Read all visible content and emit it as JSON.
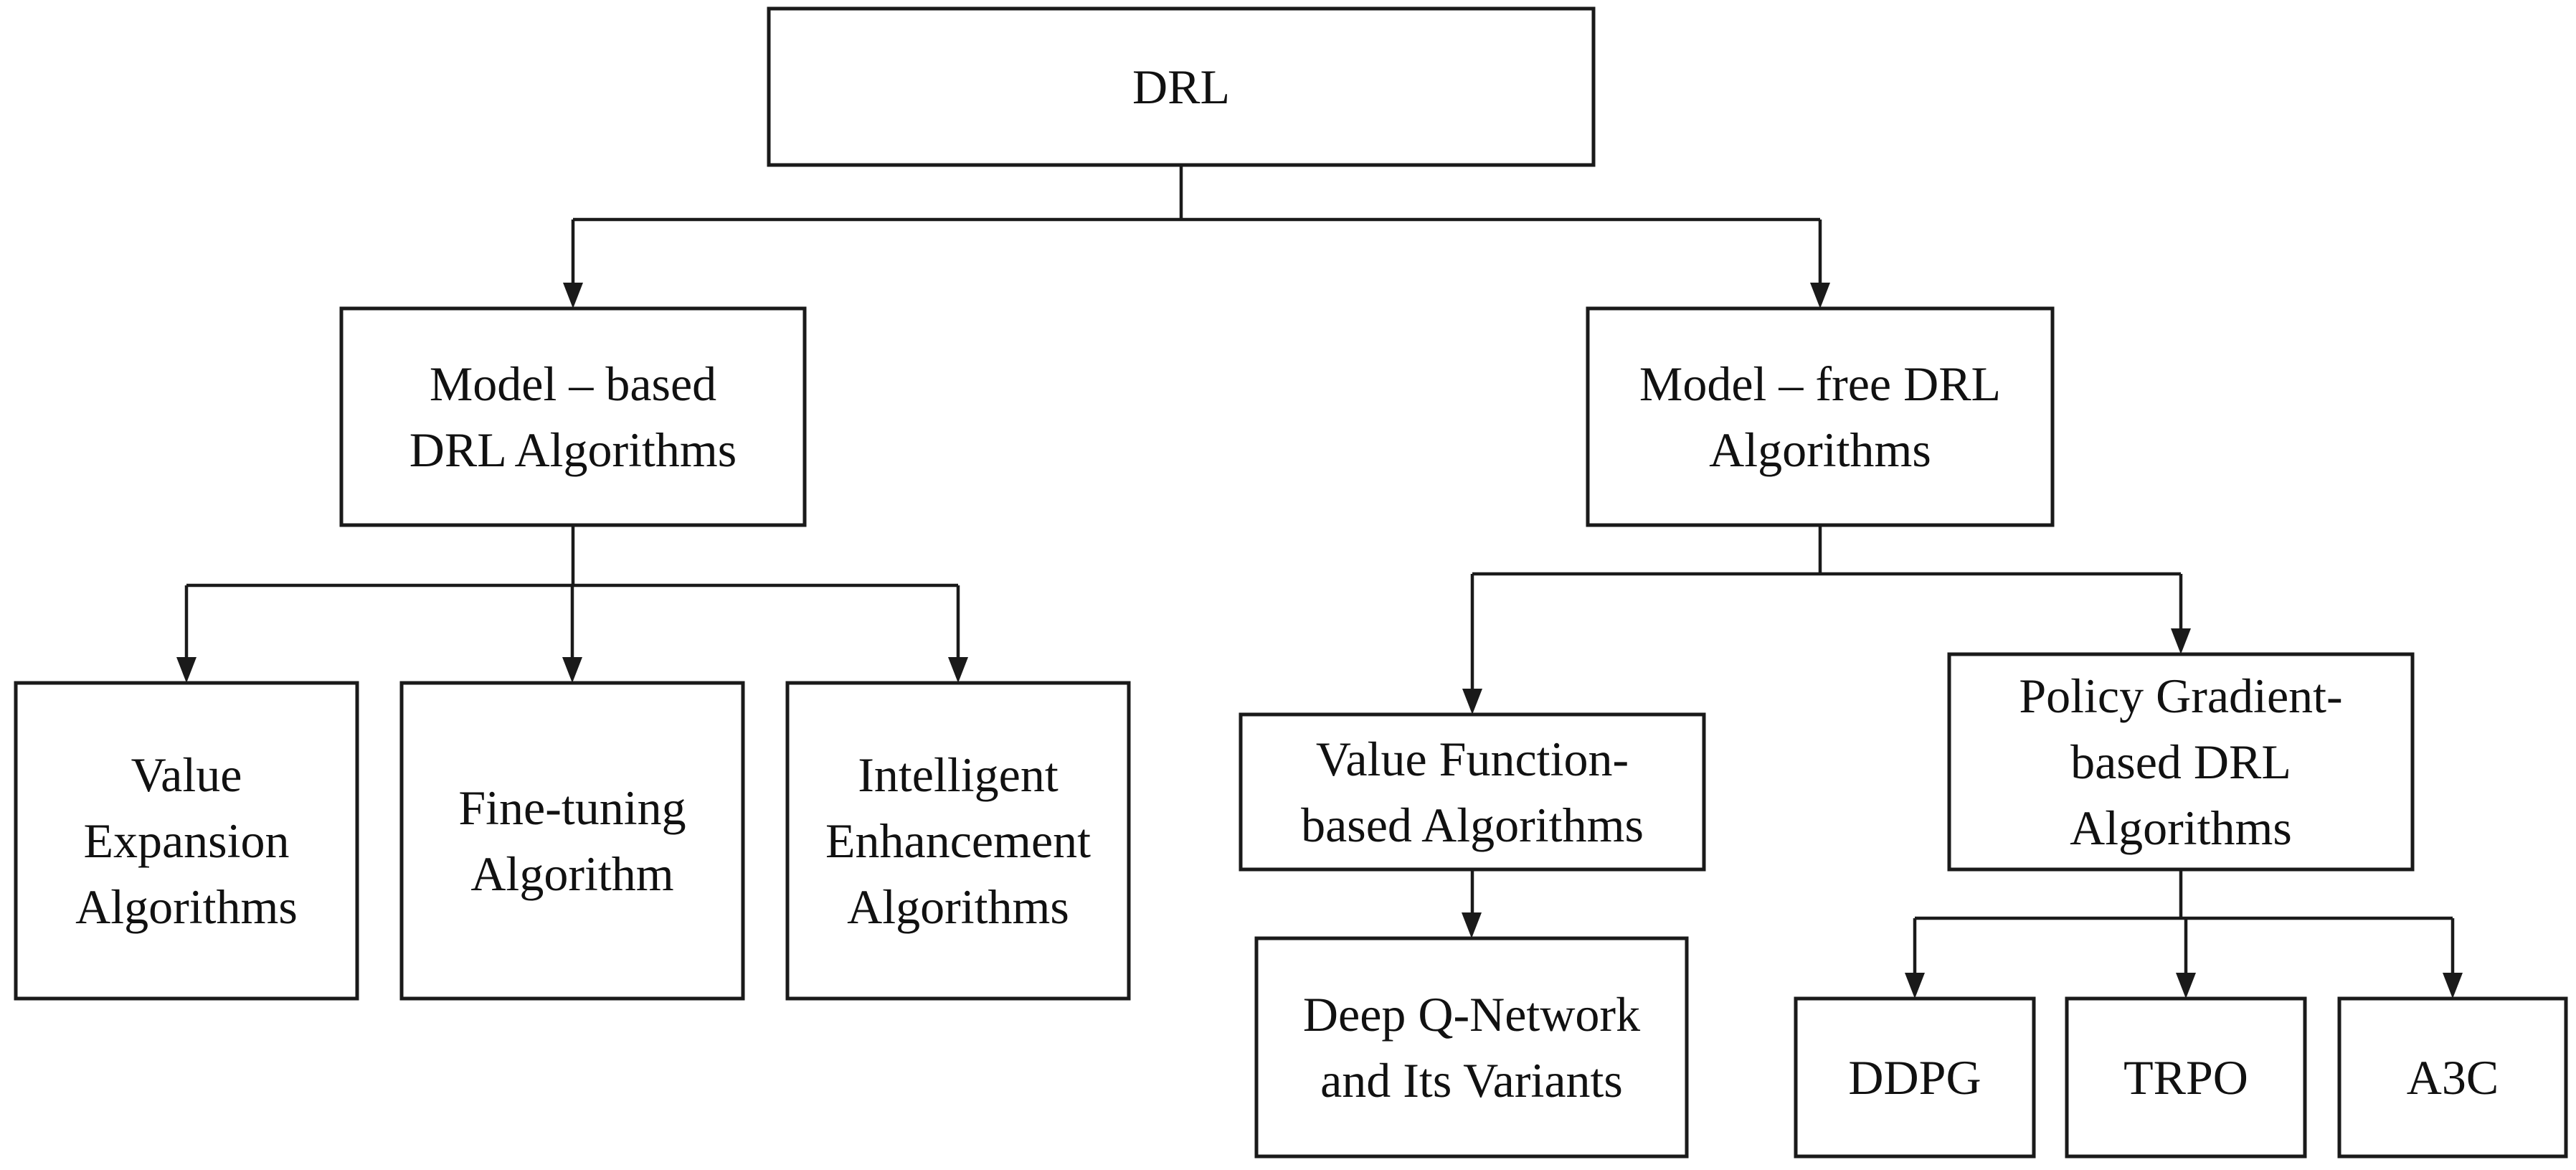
{
  "nodes": {
    "drl": {
      "lines": [
        "DRL"
      ]
    },
    "model_based": {
      "lines": [
        "Model – based",
        "DRL Algorithms"
      ]
    },
    "model_free": {
      "lines": [
        "Model – free DRL",
        "Algorithms"
      ]
    },
    "value_expansion": {
      "lines": [
        "Value",
        "Expansion",
        "Algorithms"
      ]
    },
    "fine_tuning": {
      "lines": [
        "Fine-tuning",
        "Algorithm"
      ]
    },
    "intelligent_enhancement": {
      "lines": [
        "Intelligent",
        "Enhancement",
        "Algorithms"
      ]
    },
    "value_function": {
      "lines": [
        "Value Function-",
        "based Algorithms"
      ]
    },
    "policy_gradient": {
      "lines": [
        "Policy Gradient-",
        "based DRL",
        "Algorithms"
      ]
    },
    "dqn": {
      "lines": [
        "Deep Q-Network",
        "and Its Variants"
      ]
    },
    "ddpg": {
      "lines": [
        "DDPG"
      ]
    },
    "trpo": {
      "lines": [
        "TRPO"
      ]
    },
    "a3c": {
      "lines": [
        "A3C"
      ]
    }
  },
  "edges": [
    {
      "from": "drl",
      "to": "model_based"
    },
    {
      "from": "drl",
      "to": "model_free"
    },
    {
      "from": "model_based",
      "to": "value_expansion"
    },
    {
      "from": "model_based",
      "to": "fine_tuning"
    },
    {
      "from": "model_based",
      "to": "intelligent_enhancement"
    },
    {
      "from": "model_free",
      "to": "value_function"
    },
    {
      "from": "model_free",
      "to": "policy_gradient"
    },
    {
      "from": "value_function",
      "to": "dqn"
    },
    {
      "from": "policy_gradient",
      "to": "ddpg"
    },
    {
      "from": "policy_gradient",
      "to": "trpo"
    },
    {
      "from": "policy_gradient",
      "to": "a3c"
    }
  ]
}
